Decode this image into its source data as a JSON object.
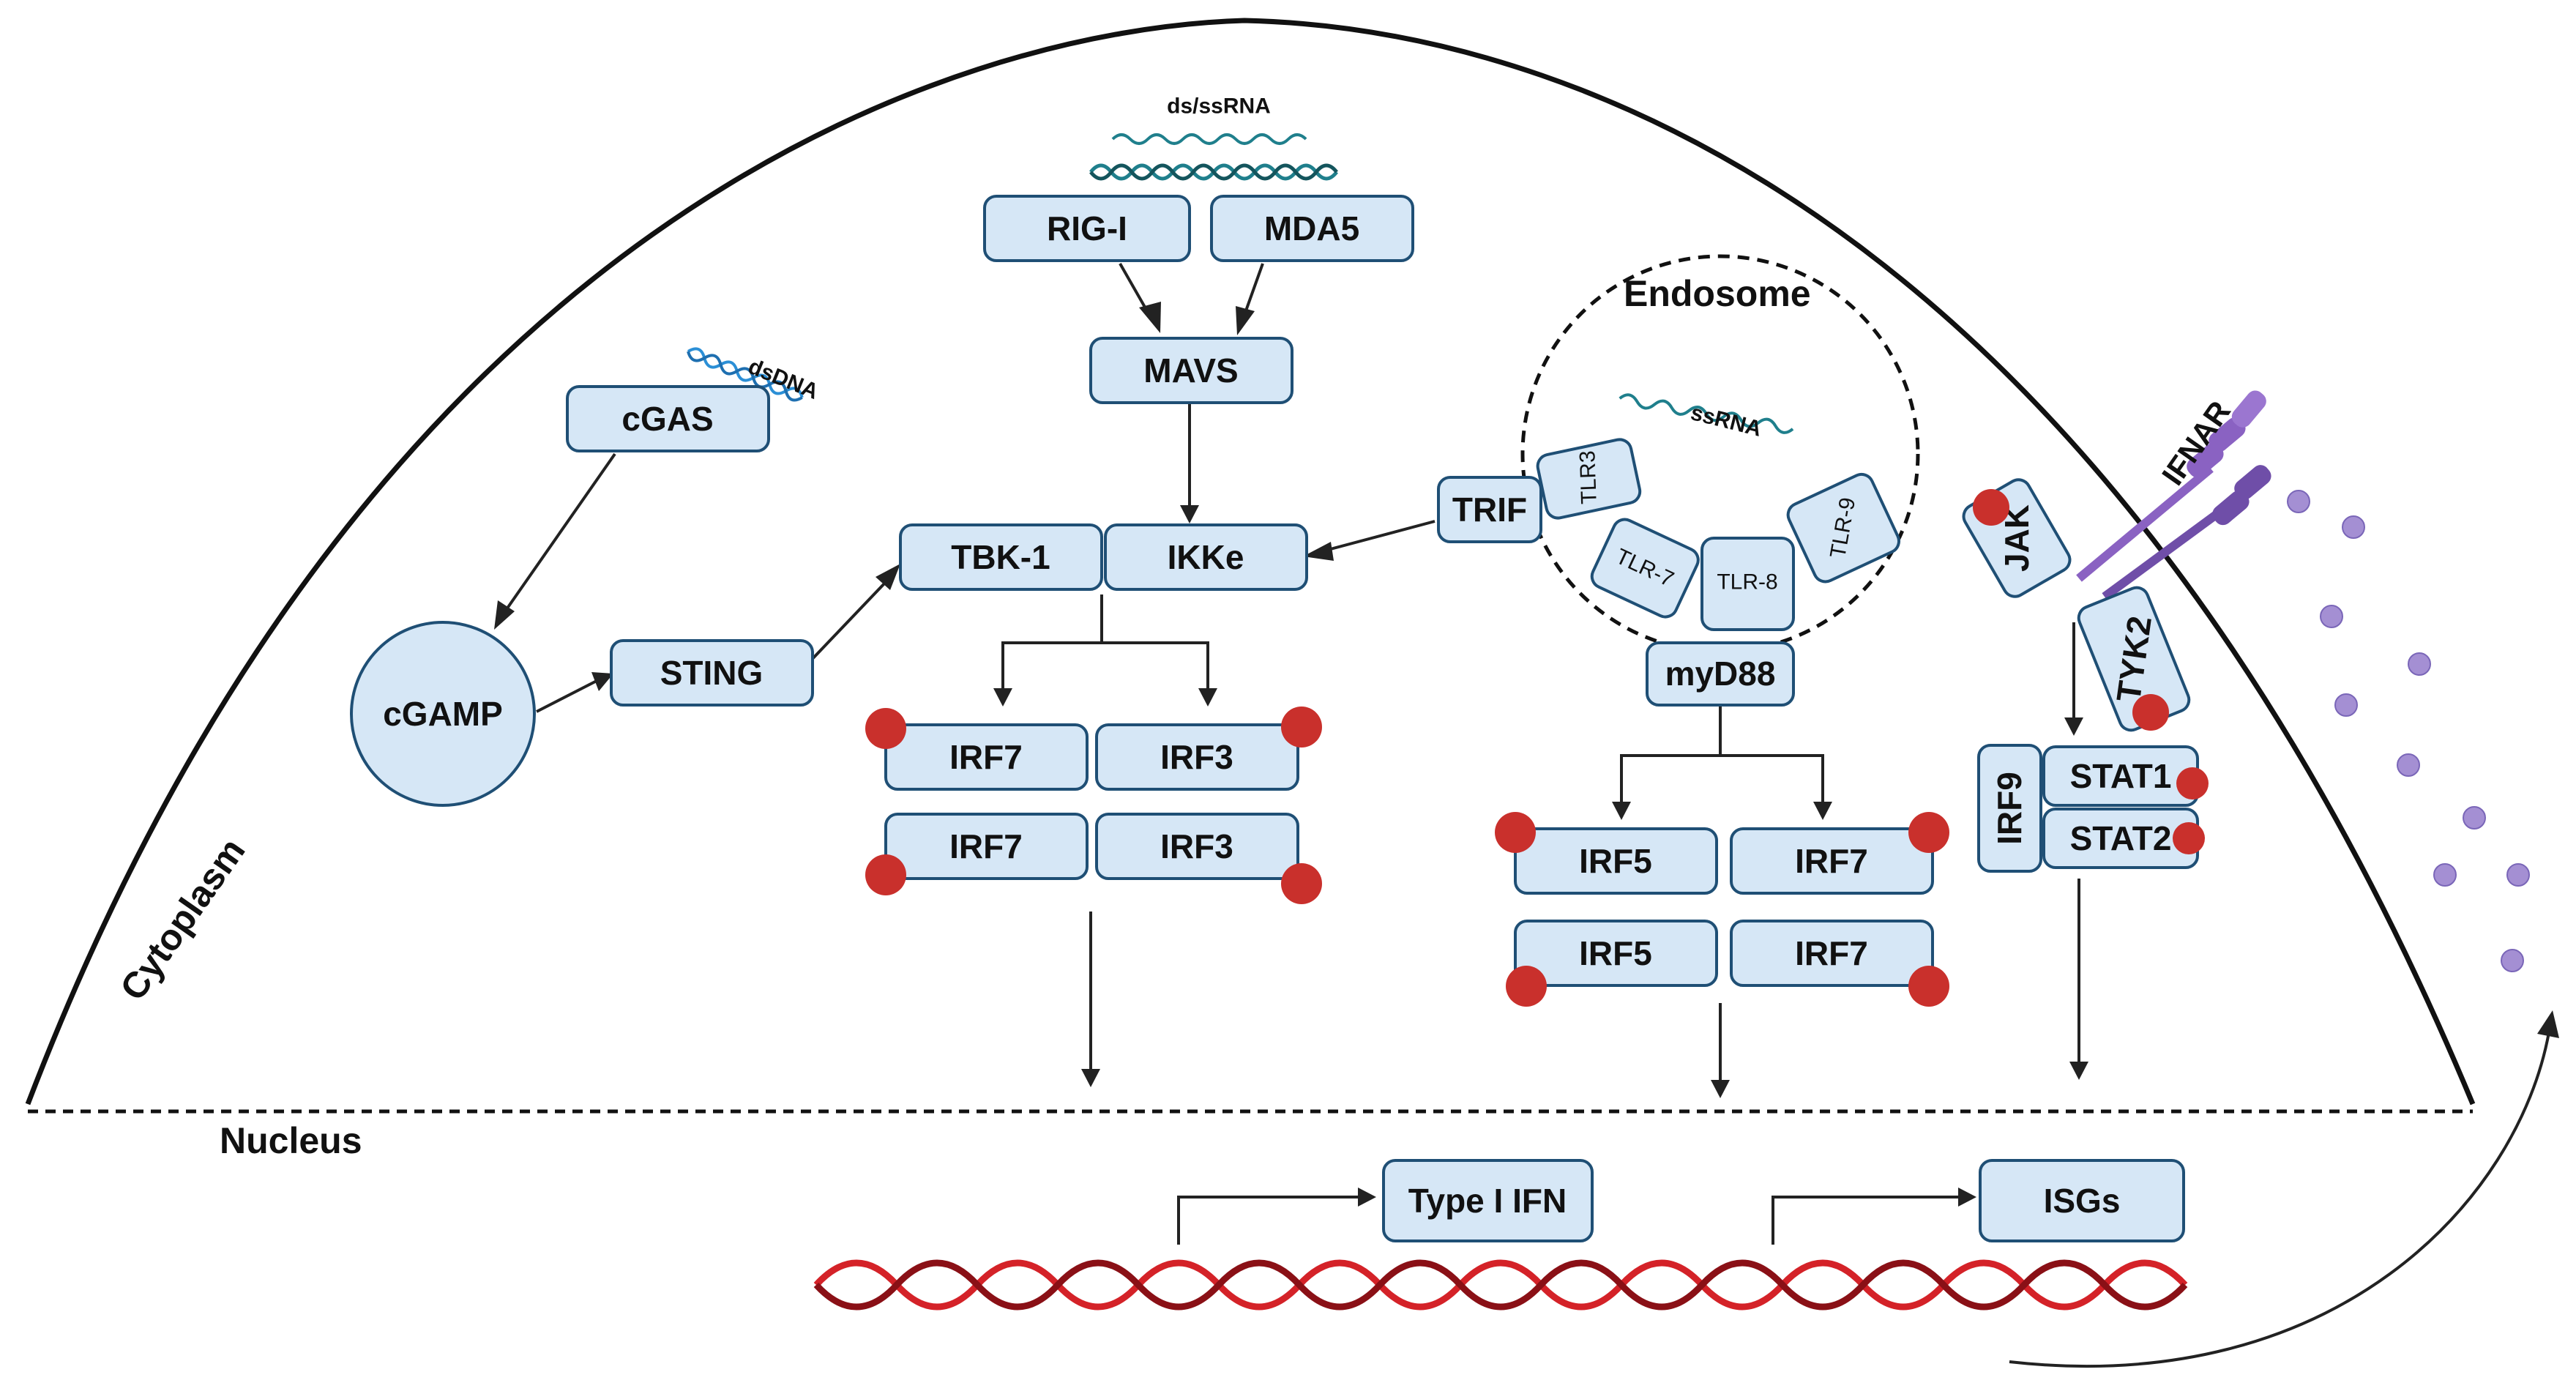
{
  "regions": {
    "cytoplasm": "Cytoplasm",
    "nucleus": "Nucleus",
    "endosome": "Endosome"
  },
  "ligands": {
    "ds_ss_rna": "ds/ssRNA",
    "dsdna": "dsDNA",
    "ssrna": "ssRNA"
  },
  "nodes": {
    "rig_i": "RIG-I",
    "mda5": "MDA5",
    "mavs": "MAVS",
    "cgas": "cGAS",
    "cgamp": "cGAMP",
    "sting": "STING",
    "tbk1": "TBK-1",
    "ikke": "IKKe",
    "trif": "TRIF",
    "tlr3": "TLR3",
    "tlr7": "TLR-7",
    "tlr8": "TLR-8",
    "tlr9": "TLR-9",
    "myd88": "myD88",
    "irf7_a": "IRF7",
    "irf3_a": "IRF3",
    "irf7_b": "IRF7",
    "irf3_b": "IRF3",
    "irf5_a": "IRF5",
    "irf7_c": "IRF7",
    "irf5_b": "IRF5",
    "irf7_d": "IRF7",
    "ifnar": "IFNAR",
    "jak": "JAK",
    "tyk2": "TYK2",
    "irf9": "IRF9",
    "stat1": "STAT1",
    "stat2": "STAT2",
    "type_i_ifn": "Type I IFN",
    "isgs": "ISGs"
  },
  "colors": {
    "node_fill": "#d6e7f6",
    "node_stroke": "#1f4f75",
    "phosphate": "#c9302c",
    "dna": "#b0171d",
    "rna": "#1f7f8c",
    "receptor": "#8a62c2"
  }
}
